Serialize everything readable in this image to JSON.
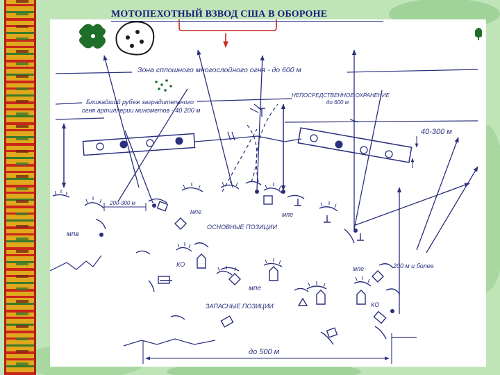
{
  "slide": {
    "title": "МОТОПЕХОТНЫЙ ВЗВОД США В ОБОРОНЕ"
  },
  "diagram": {
    "labels": {
      "fire_zone": "Зона сплошного многослойного огня - до 600 м",
      "artillery_line_1": "Ближайший рубеж заградительного",
      "artillery_line_2": "огня артиллерии минометов - 40 200 м",
      "immediate_guard_1": "НЕПОСРЕДСТВЕННОЕ ОХРАНЕНИЕ",
      "immediate_guard_2": "до 600 м",
      "range_40_300": "40-300 м",
      "range_200_300": "200-300 м",
      "mpv": "мпв",
      "mpe_1": "мпе",
      "mpe_2": "мпе",
      "mpe_3": "мпе",
      "mpe_4": "мпе",
      "main_positions": "ОСНОВНЫЕ ПОЗИЦИИ",
      "reserve_positions": "ЗАПАСНЫЕ ПОЗИЦИИ",
      "ko_1": "КО",
      "ko_2": "КО",
      "range_200_more": "200 м и более",
      "range_500": "до 500 м"
    },
    "colors": {
      "ink": "#2a2f7e",
      "marker": "#c92a1e",
      "symbols": "#1f6f2a"
    }
  }
}
